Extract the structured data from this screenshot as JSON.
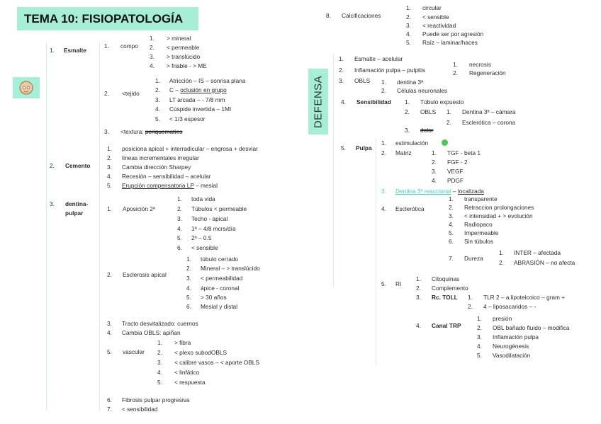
{
  "title": "TEMA 10: FISIOPATOLOGÍA",
  "side_label": "DEFENSA",
  "left": {
    "esmalte": {
      "num": "1.",
      "label": "Esmalte",
      "compo": {
        "num": "1.",
        "label": "compo",
        "items": [
          [
            "1.",
            "> mineral"
          ],
          [
            "2.",
            "< permeable"
          ],
          [
            "3.",
            "> translúcido"
          ],
          [
            "4.",
            "> friable - > ME"
          ]
        ]
      },
      "tejido": {
        "num": "2.",
        "label": "<tejido",
        "items": [
          [
            "1.",
            "Atricción – IS – sonrisa plana"
          ],
          [
            "2.",
            "C – "
          ],
          [
            "3.",
            "LT arcada – - 7/8 mm"
          ],
          [
            "4.",
            "Cúspide invertida – 1MI"
          ],
          [
            "5.",
            "< 1/3 espesor"
          ]
        ],
        "item2_underlined": "oclusión en grupo"
      },
      "textura": {
        "num": "3.",
        "label": "<textura: ",
        "struck": "periquematíes"
      }
    },
    "cemento": {
      "num": "2.",
      "label": "Cemento",
      "items": [
        [
          "1.",
          "posiciona apical + interradicular – engrosa + desviar"
        ],
        [
          "2.",
          "líneas incrementales irregular"
        ],
        [
          "3.",
          "Cambia dirección Sharpey"
        ],
        [
          "4.",
          "Recesión – sensibilidad – acelular"
        ],
        [
          "5.",
          ""
        ]
      ],
      "item5_underlined": "Erupción compensatoria LP",
      "item5_rest": " – mesial"
    },
    "dentina": {
      "num": "3.",
      "label1": "dentina-",
      "label2": "pulpar",
      "aposicion": {
        "num": "1.",
        "label": "Aposición 2ª",
        "items": [
          [
            "1.",
            "toda vida"
          ],
          [
            "2.",
            "Túbulos < permeable"
          ],
          [
            "3.",
            "Techo - apical"
          ],
          [
            "4.",
            "1ª – 4/8 mcrs/día"
          ],
          [
            "5.",
            "2ª – 0.5"
          ],
          [
            "6.",
            "< sensible"
          ]
        ]
      },
      "esclerosis": {
        "num": "2.",
        "label": "Esclerosis apical",
        "items": [
          [
            "1.",
            "túbulo cerrado"
          ],
          [
            "2.",
            "Mineral – > translúcido"
          ],
          [
            "3.",
            "< permeabilidad"
          ],
          [
            "4.",
            "ápice - coronal"
          ],
          [
            "5.",
            "> 30 años"
          ],
          [
            "6.",
            "Mesial y distal"
          ]
        ]
      },
      "tracto": [
        "3.",
        "Tracto desvitalizado: cuernos"
      ],
      "cambia": [
        "4.",
        "Cambia OBLS: apiñan"
      ],
      "vascular": {
        "num": "5.",
        "label": "vascular",
        "items": [
          [
            "1.",
            "> fibra"
          ],
          [
            "2.",
            "< plexo subodOBLS"
          ],
          [
            "3.",
            "< calibre vasos – < aporte OBLS"
          ],
          [
            "4.",
            "< linfático"
          ],
          [
            "5.",
            "< respuesta"
          ]
        ]
      },
      "fibrosis": [
        "6.",
        "Fibrosis pulpar progresiva"
      ],
      "sensibilidad": [
        "7.",
        "< sensibilidad"
      ]
    }
  },
  "right": {
    "calc": {
      "num": "8.",
      "label": "Calcificaciones",
      "items": [
        [
          "1.",
          "circular"
        ],
        [
          "2.",
          "< sensible"
        ],
        [
          "3.",
          "< reactividad"
        ],
        [
          "4.",
          "Puede ser por agresión"
        ],
        [
          "5.",
          "Raíz – laminar/haces"
        ]
      ]
    },
    "esmalte": [
      "1.",
      "Esmalte – acelular"
    ],
    "inflamacion": {
      "num": "2.",
      "label": "Inflamación pulpa – pulpitis",
      "items": [
        [
          "1.",
          "necrosis"
        ],
        [
          "2.",
          "Regeneración"
        ]
      ]
    },
    "obls": {
      "num": "3.",
      "label": "OBLS",
      "items": [
        [
          "1.",
          "dentina 3ª"
        ],
        [
          "2.",
          "Células neuronales"
        ]
      ]
    },
    "sens": {
      "num": "4.",
      "label": "Sensibilidad",
      "tubulo": [
        "1.",
        "Túbulo expuesto"
      ],
      "obls": {
        "num": "2.",
        "label": "OBLS",
        "items": [
          [
            "1.",
            "Dentina 3ª – cámara"
          ],
          [
            "2.",
            "Esclerótica – corona"
          ]
        ]
      },
      "dolor": {
        "num": "3.",
        "label": "dolor"
      }
    },
    "pulpa": {
      "num": "5.",
      "label": "Pulpa",
      "estim": [
        "1.",
        "estimulación "
      ],
      "matriz": {
        "num": "2.",
        "label": "Matriz",
        "items": [
          [
            "1.",
            "TGF - beta 1"
          ],
          [
            "2.",
            "FGF - 2"
          ],
          [
            "3.",
            "VEGF"
          ],
          [
            "4.",
            "PDGF"
          ]
        ]
      },
      "dentina3": {
        "num": "3.",
        "teal": "Dentina 3ª reaccional",
        "sep": " – ",
        "underlined": "localizada"
      },
      "escler": {
        "num": "4.",
        "label": "Esclerótica",
        "items": [
          [
            "1.",
            "transparente"
          ],
          [
            "2.",
            "Retraccion prolongaciones"
          ],
          [
            "3.",
            "< intensidad + > evolución"
          ],
          [
            "4.",
            "Radiopaco"
          ],
          [
            "5.",
            "Impermeable"
          ],
          [
            "6.",
            "Sin túbulos"
          ]
        ],
        "dureza": {
          "num": "7.",
          "label": "Dureza",
          "items": [
            [
              "1.",
              "INTER – afectada"
            ],
            [
              "2.",
              "ABRASIÓN – no afecta"
            ]
          ]
        }
      },
      "ri": {
        "num": "5.",
        "label": "RI",
        "cito": [
          "1.",
          "Citoquinas"
        ],
        "compl": [
          "2.",
          "Complemento"
        ],
        "toll": {
          "num": "3.",
          "label": "Rc. TOLL",
          "items": [
            [
              "1.",
              "TLR 2 – a.lipoteicoico – gram +"
            ],
            [
              "2.",
              "4 – liposacaridos – -"
            ]
          ]
        },
        "trp": {
          "num": "4.",
          "label": "Canal TRP",
          "items": [
            [
              "1.",
              "presión"
            ],
            [
              "2.",
              "OBL bañado fluido – modifica"
            ],
            [
              "3.",
              "Inflamación pulpa"
            ],
            [
              "4.",
              "Neurogénesis"
            ],
            [
              "5.",
              "Vasodilatación"
            ]
          ]
        }
      }
    }
  }
}
